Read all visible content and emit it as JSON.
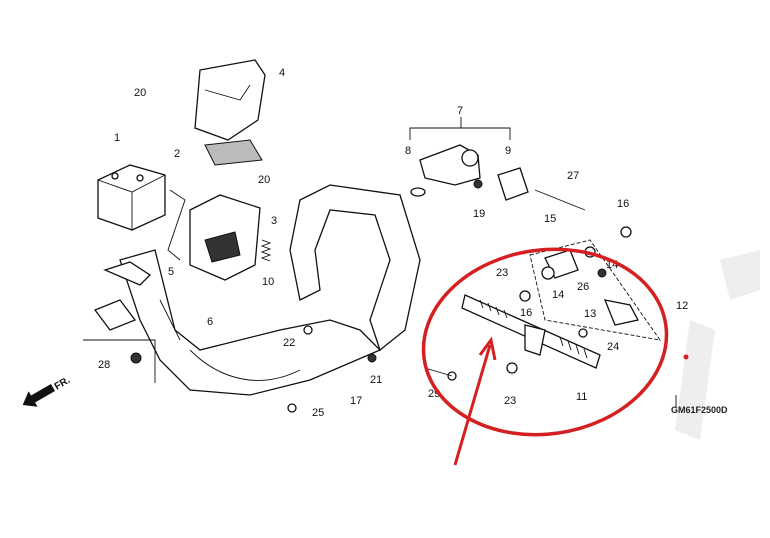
{
  "diagram": {
    "part_numbers": [
      "4",
      "20",
      "1",
      "2",
      "20",
      "3",
      "5",
      "10",
      "6",
      "7",
      "8",
      "9",
      "19",
      "27",
      "16",
      "15",
      "23",
      "14",
      "14",
      "16",
      "26",
      "13",
      "12",
      "24",
      "22",
      "21",
      "29",
      "17",
      "25",
      "28",
      "23",
      "11"
    ],
    "diagram_code": "GM61F2500D",
    "front_indicator": "FR.",
    "highlight_color": "#d42020"
  }
}
